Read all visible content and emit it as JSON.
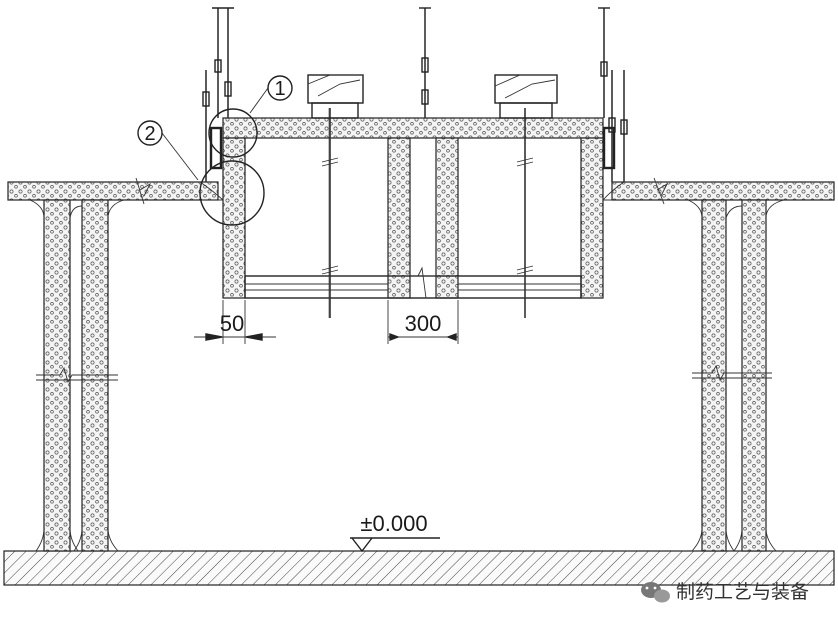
{
  "labels": {
    "callout_1": "1",
    "callout_2": "2",
    "dim_50": "50",
    "dim_300": "300",
    "elevation": "±0.000"
  },
  "watermark": {
    "text": "制药工艺与装备",
    "icon": "wechat-icon"
  },
  "colors": {
    "line": "#222222",
    "background": "#ffffff"
  }
}
